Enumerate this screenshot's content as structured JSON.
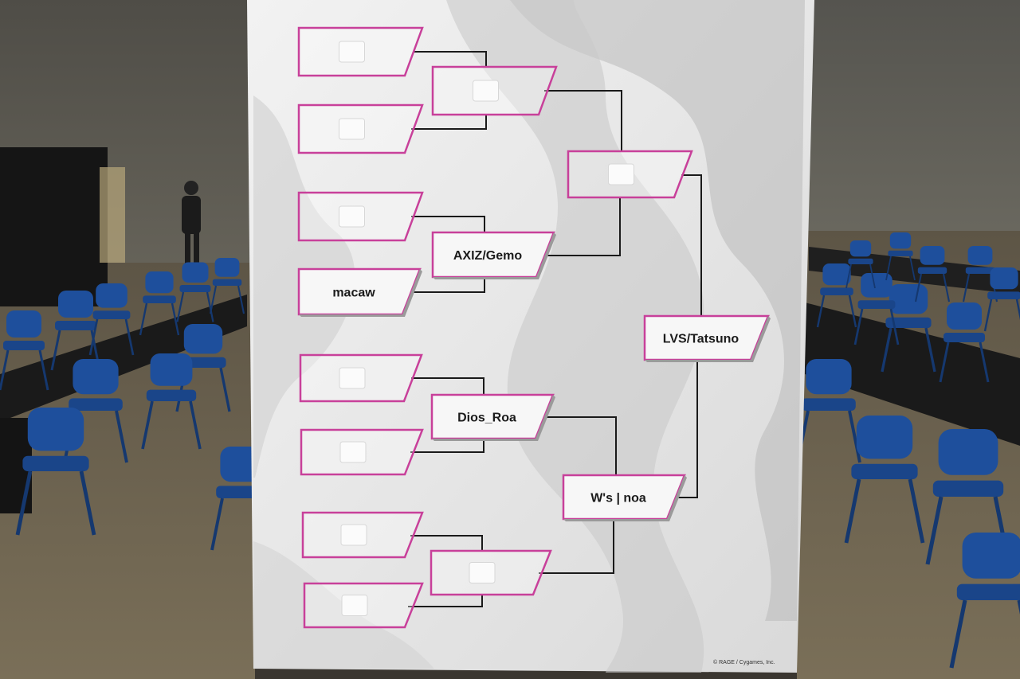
{
  "bracket": {
    "round1": [
      "",
      "",
      "",
      "macaw",
      "",
      "",
      "",
      ""
    ],
    "quarterfinals": [
      "",
      "AXIZ/Gemo",
      "Dios_Roa",
      ""
    ],
    "semifinals": [
      "",
      "W's | noa"
    ],
    "final": "LVS/Tatsuno"
  },
  "credit": "© RAGE / Cygames, Inc.",
  "colors": {
    "slot_border": "#c8409a",
    "board": "#e9e9e9",
    "chair": "#1e4f9c",
    "table": "#1a1a1a",
    "floor": "#6e6552",
    "wall": "#595852"
  }
}
